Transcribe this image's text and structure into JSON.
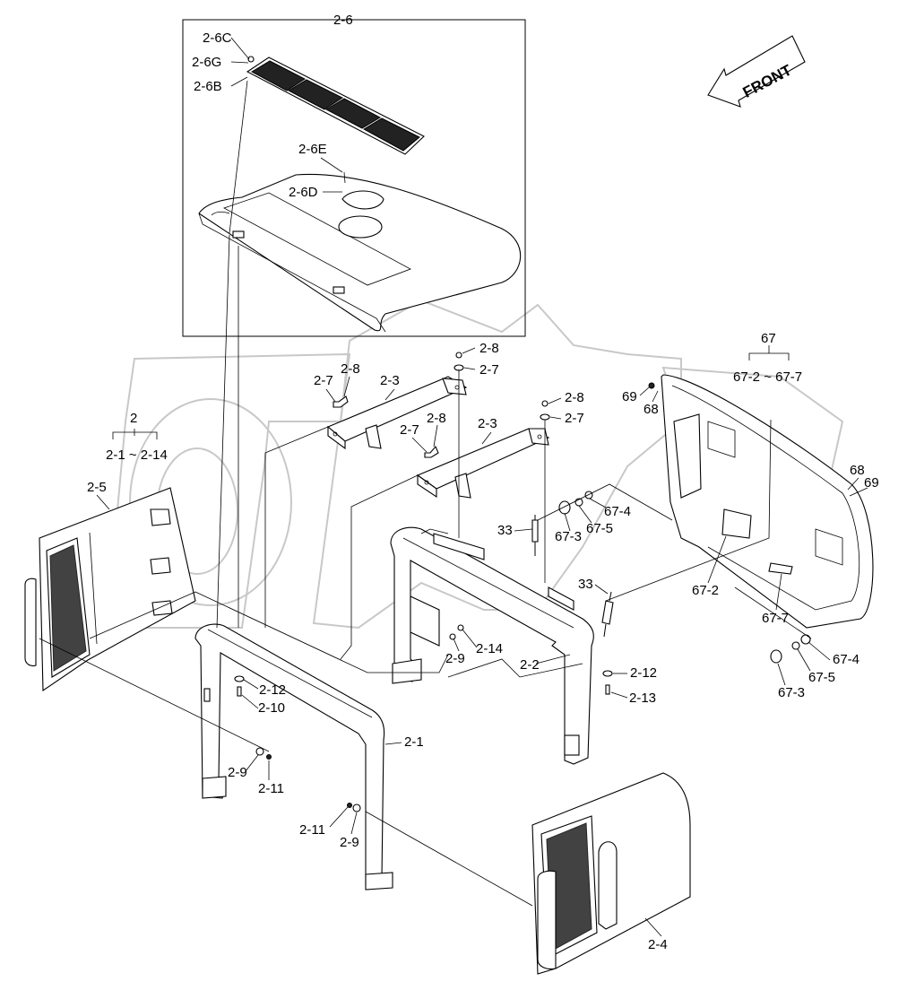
{
  "labels": {
    "l_2_6": "2-6",
    "l_2_6C": "2-6C",
    "l_2_6G": "2-6G",
    "l_2_6B": "2-6B",
    "l_2_6E": "2-6E",
    "l_2_6D": "2-6D",
    "l_front": "FRONT",
    "l_67": "67",
    "l_67_range": "67-2 ~ 67-7",
    "l_69a": "69",
    "l_68a": "68",
    "l_68b": "68",
    "l_69b": "69",
    "l_2_8a": "2-8",
    "l_2_7a": "2-7",
    "l_2_7b": "2-7",
    "l_2_8b": "2-8",
    "l_2_3a": "2-3",
    "l_2_8c": "2-8",
    "l_2_7c": "2-7",
    "l_2_7d": "2-7",
    "l_2_8d": "2-8",
    "l_2_3b": "2-3",
    "l_2": "2",
    "l_2_range": "2-1 ~ 2-14",
    "l_2_5": "2-5",
    "l_33a": "33",
    "l_67_3a": "67-3",
    "l_67_5a": "67-5",
    "l_67_4a": "67-4",
    "l_33b": "33",
    "l_67_2": "67-2",
    "l_67_7": "67-7",
    "l_67_4b": "67-4",
    "l_67_5b": "67-5",
    "l_67_3b": "67-3",
    "l_2_9a": "2-9",
    "l_2_14": "2-14",
    "l_2_2": "2-2",
    "l_2_12a": "2-12",
    "l_2_13": "2-13",
    "l_2_12b": "2-12",
    "l_2_10": "2-10",
    "l_2_1": "2-1",
    "l_2_9b": "2-9",
    "l_2_11a": "2-11",
    "l_2_11b": "2-11",
    "l_2_9c": "2-9",
    "l_2_4": "2-4"
  }
}
